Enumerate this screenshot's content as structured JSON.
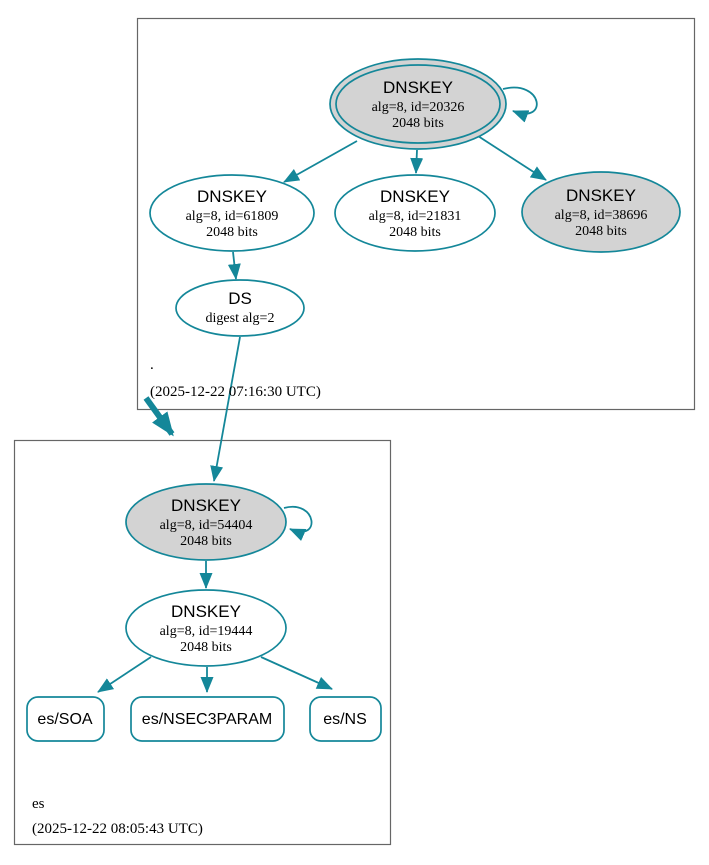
{
  "colors": {
    "edge": "#148799",
    "node_fill": "#d3d3d3",
    "node_fill_white": "#ffffff",
    "cluster_border": "#666666",
    "text": "#000000"
  },
  "clusters": {
    "root": {
      "label": ".",
      "timestamp": "(2025-12-22 07:16:30 UTC)"
    },
    "es": {
      "label": "es",
      "timestamp": "(2025-12-22 08:05:43 UTC)"
    }
  },
  "nodes": {
    "root_ksk": {
      "title": "DNSKEY",
      "detail": "alg=8, id=20326",
      "bits": "2048 bits"
    },
    "root_zsk1": {
      "title": "DNSKEY",
      "detail": "alg=8, id=61809",
      "bits": "2048 bits"
    },
    "root_zsk2": {
      "title": "DNSKEY",
      "detail": "alg=8, id=21831",
      "bits": "2048 bits"
    },
    "root_ksk2": {
      "title": "DNSKEY",
      "detail": "alg=8, id=38696",
      "bits": "2048 bits"
    },
    "root_ds": {
      "title": "DS",
      "detail": "digest alg=2"
    },
    "es_ksk": {
      "title": "DNSKEY",
      "detail": "alg=8, id=54404",
      "bits": "2048 bits"
    },
    "es_zsk": {
      "title": "DNSKEY",
      "detail": "alg=8, id=19444",
      "bits": "2048 bits"
    },
    "es_soa": {
      "label": "es/SOA"
    },
    "es_nsec3param": {
      "label": "es/NSEC3PARAM"
    },
    "es_ns": {
      "label": "es/NS"
    }
  }
}
